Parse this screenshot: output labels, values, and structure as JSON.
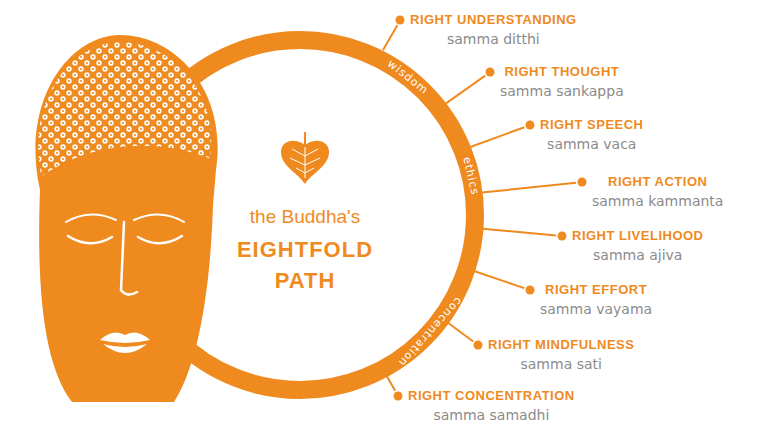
{
  "diagram": {
    "nodes": [
      {
        "text": [
          "the Buddha's",
          "EIGHTFOLD PATH"
        ]
      }
    ],
    "labels": [
      "wisdom",
      "ethics",
      "concentration",
      "RIGHT UNDERSTANDING",
      "samma ditthi",
      "RIGHT THOUGHT",
      "samma sankappa",
      "RIGHT SPEECH",
      "samma vaca",
      "RIGHT ACTION",
      "samma kammanta",
      "RIGHT LIVELIHOOD",
      "samma ajiva",
      "RIGHT EFFORT",
      "samma vayama",
      "RIGHT MINDFULNESS",
      "samma sati",
      "RIGHT CONCENTRATION",
      "samma samadhi"
    ]
  }
}
